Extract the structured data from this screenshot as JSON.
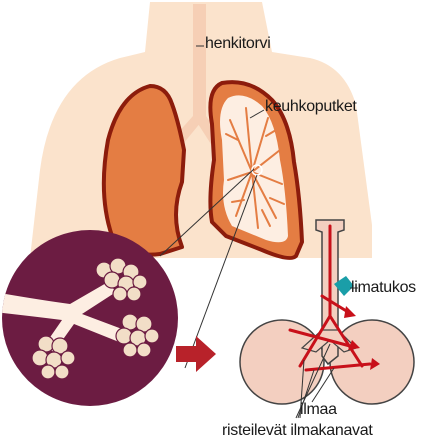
{
  "labels": {
    "trachea": "henkitorvi",
    "bronchi": "keuhkoputket",
    "mucus": "limatukos",
    "air": "ilmaa",
    "collateral_channels": "risteilevät ilmakanavat"
  },
  "colors": {
    "torso": "#fbe3cc",
    "trachea": "#f6cfb5",
    "lung_fill": "#e47d43",
    "lung_outline": "#8c1c0c",
    "bronchiole_tree": "#fdeee2",
    "zoom_circle": "#6c1c42",
    "alveoli": "#f2dec7",
    "arrow": "#b8222a",
    "airway_tube": "#f3cfc0",
    "air_paths": "#c8101a",
    "mucus_plug": "#1a9ea8"
  }
}
